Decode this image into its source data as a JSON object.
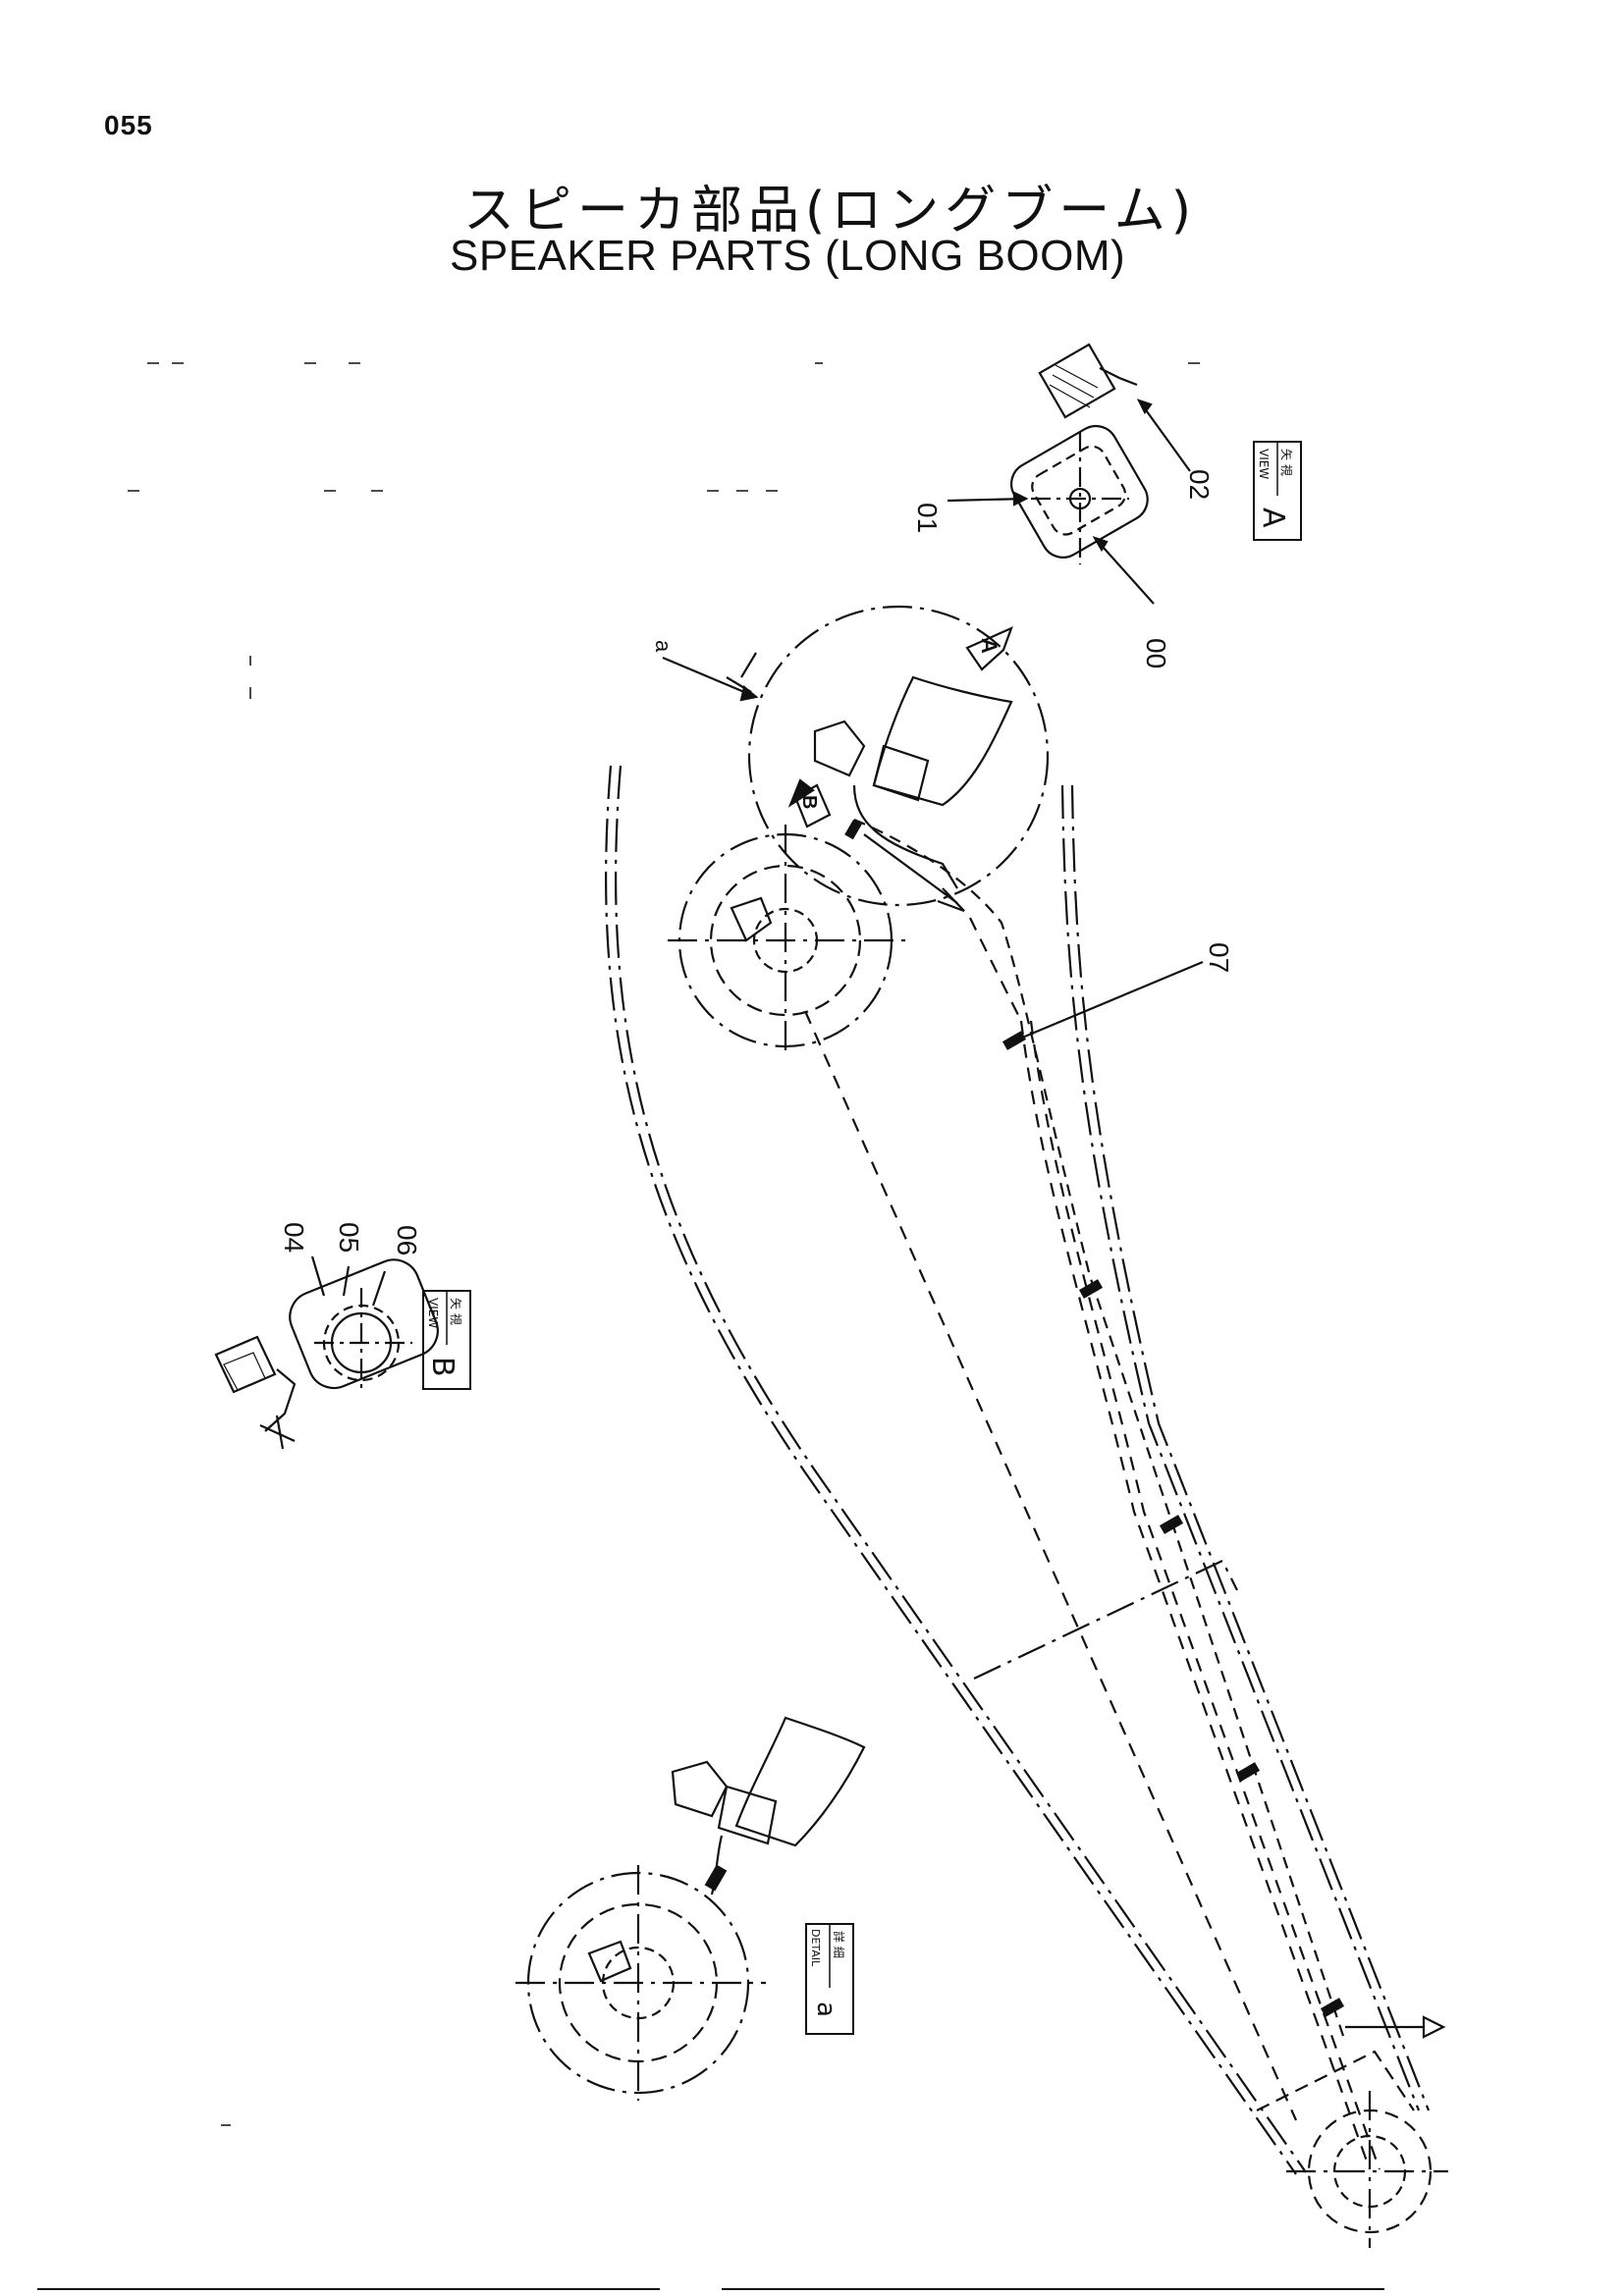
{
  "page_number": "055",
  "title_jp": "スピーカ部品(ロングブーム)",
  "title_en": "SPEAKER PARTS (LONG BOOM)",
  "part_labels": {
    "p00": "00",
    "p01": "01",
    "p02": "02",
    "p04": "04",
    "p05": "05",
    "p06": "06",
    "p07": "07",
    "pa": "a"
  },
  "view_tags": {
    "view_a": {
      "jp": "矢 視",
      "en": "VIEW",
      "letter": "A"
    },
    "view_b": {
      "jp": "矢 視",
      "en": "VIEW",
      "letter": "B"
    },
    "detail_a": {
      "jp": "詳 細",
      "en": "DETAIL",
      "letter": "a"
    }
  },
  "arrow_labels": {
    "arrow_a": "A",
    "arrow_b": "B"
  }
}
